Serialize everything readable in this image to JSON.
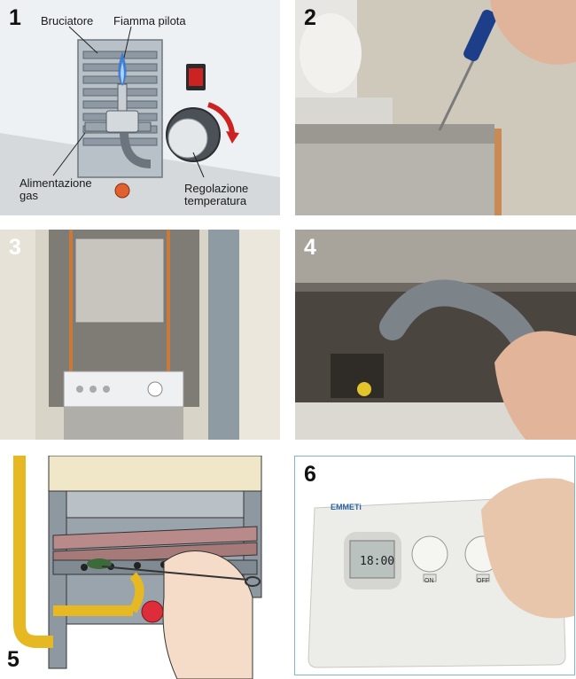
{
  "panels": [
    {
      "number": "1"
    },
    {
      "number": "2"
    },
    {
      "number": "3"
    },
    {
      "number": "4"
    },
    {
      "number": "5"
    },
    {
      "number": "6"
    }
  ],
  "diagram": {
    "burner_label": "Bruciatore",
    "pilot_flame_label": "Fiamma pilota",
    "gas_supply_line1": "Alimentazione",
    "gas_supply_line2": "gas",
    "temp_control_line1": "Regolazione",
    "temp_control_line2": "temperatura"
  },
  "thermostat": {
    "brand": "EMMETi",
    "display_time": "18:00",
    "on_label": "ON",
    "off_label": "OFF"
  },
  "colors": {
    "accent_red": "#cc2222",
    "flame_blue": "#3a7bd5",
    "copper": "#c97a3a",
    "thermostat_border": "#7fb6d0"
  }
}
